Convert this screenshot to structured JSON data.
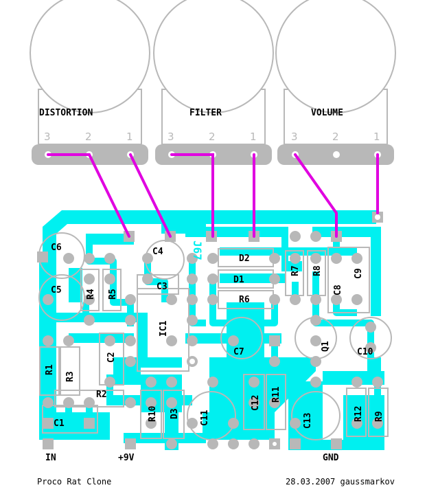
{
  "pots": [
    {
      "name": "DISTORTION",
      "pins": [
        "3",
        "2",
        "1"
      ]
    },
    {
      "name": "FILTER",
      "pins": [
        "3",
        "2",
        "1"
      ]
    },
    {
      "name": "VOLUME",
      "pins": [
        "3",
        "2",
        "1"
      ]
    }
  ],
  "components": {
    "C6": "C6",
    "C5": "C5",
    "C4": "C4",
    "C3": "C3",
    "R4": "R4",
    "R5": "R5",
    "D2": "D2",
    "D1": "D1",
    "R6": "R6",
    "R7": "R7",
    "R8": "R8",
    "C9": "C9",
    "C8": "C8",
    "IC1": "IC1",
    "C7": "C7",
    "Q1": "Q1",
    "C10": "C10",
    "R1": "R1",
    "R3": "R3",
    "C2": "C2",
    "R2": "R2",
    "C1": "C1",
    "R10": "R10",
    "D3": "D3",
    "C11": "C11",
    "C12": "C12",
    "R11": "R11",
    "C13": "C13",
    "R12": "R12",
    "R9": "R9"
  },
  "board_mark": "J67",
  "connectors": {
    "in": "IN",
    "power": "+9V",
    "gnd": "GND"
  },
  "footer": {
    "title": "Proco Rat Clone",
    "credit": "28.03.2007 gaussmarkov"
  },
  "colors": {
    "copper": "#00f0f0",
    "wire": "#e000e0",
    "outline": "#b8b8b8",
    "pad": "#b8b8b8"
  }
}
